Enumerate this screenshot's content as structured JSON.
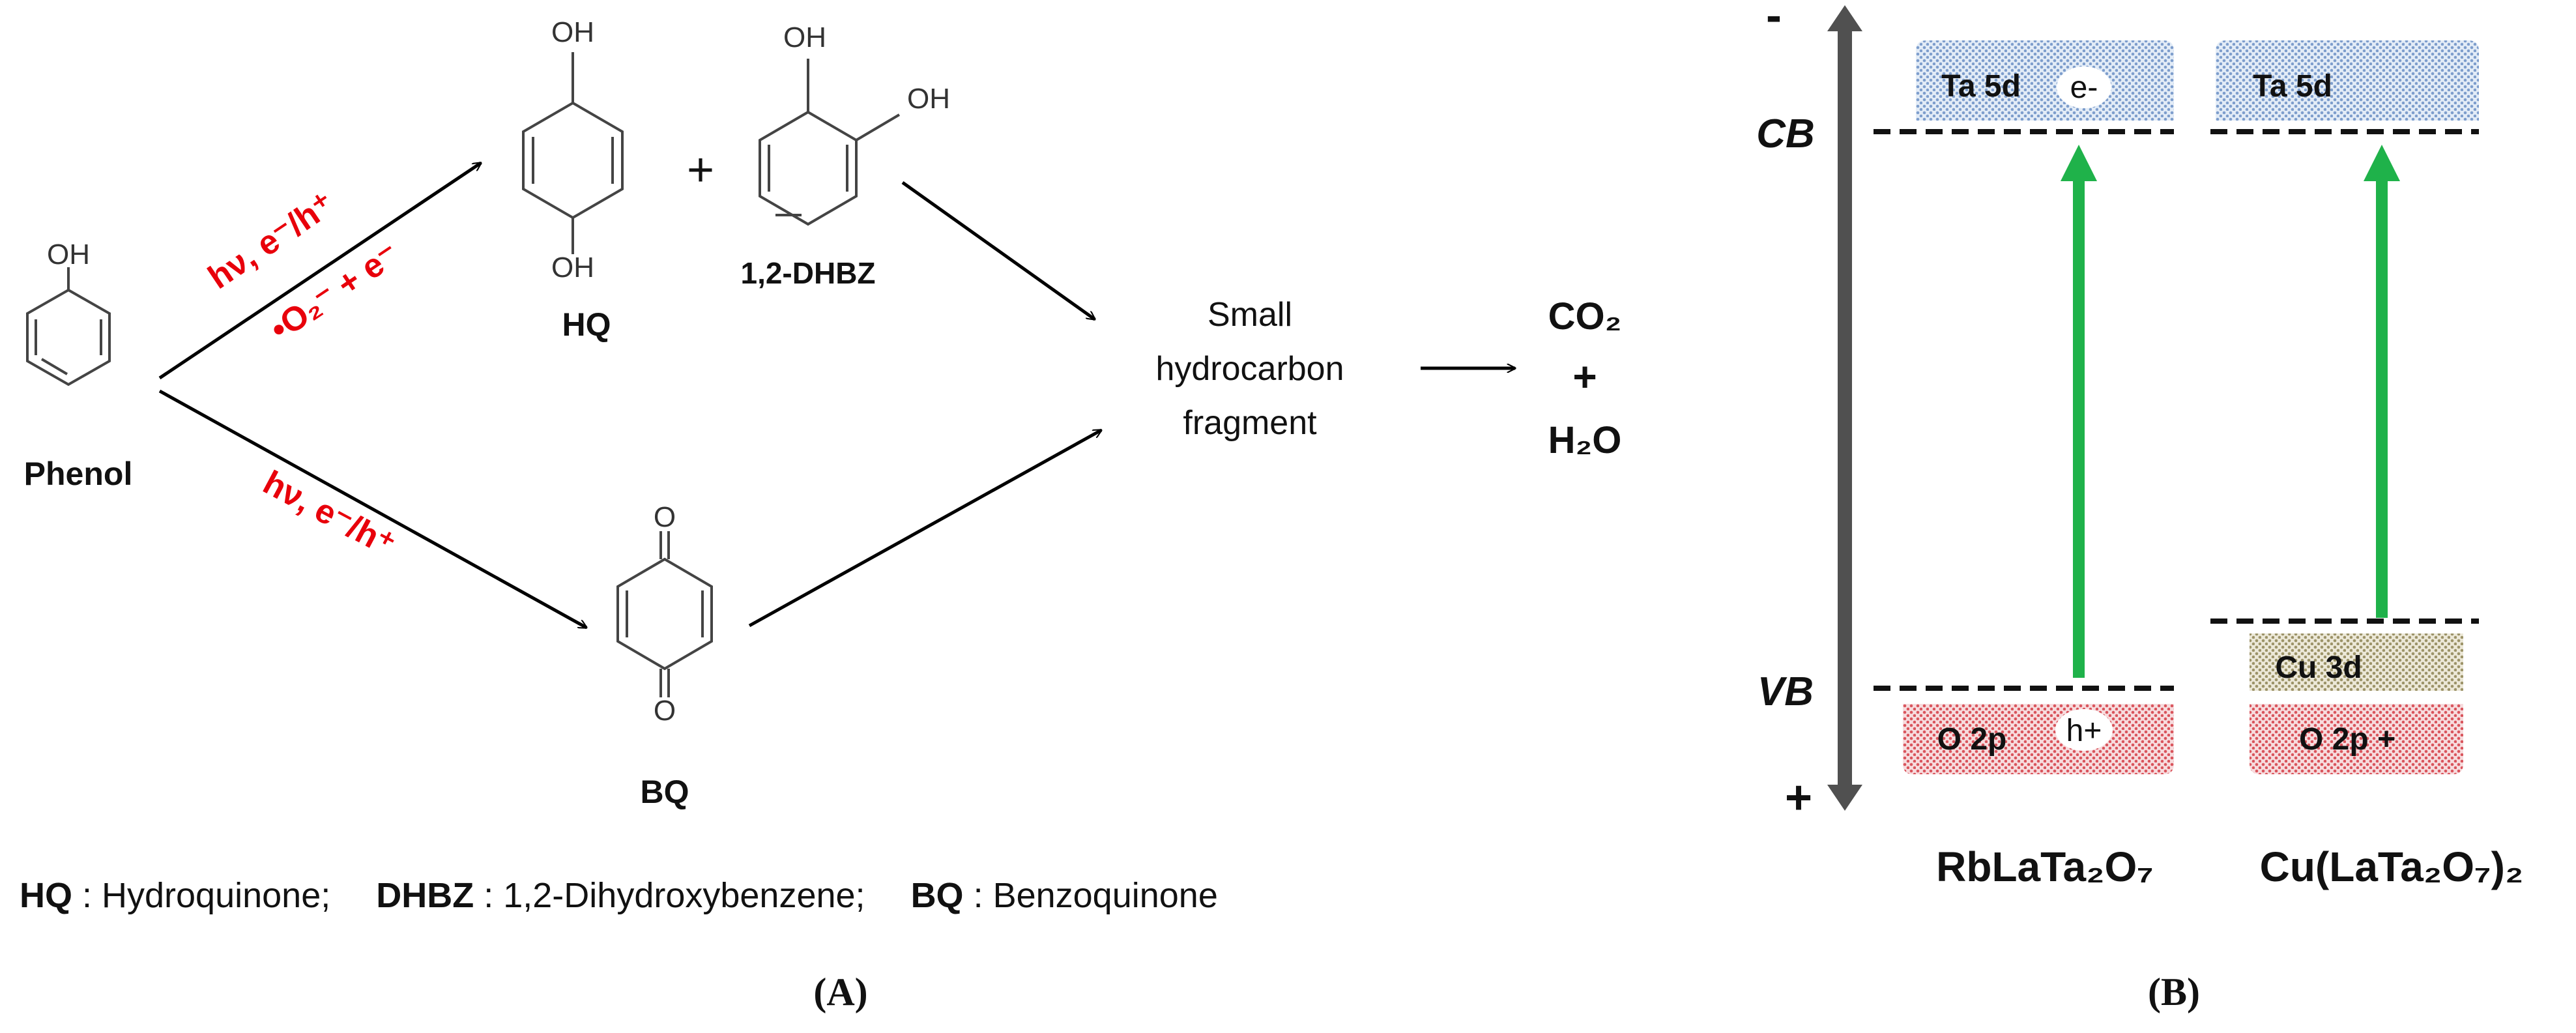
{
  "panel_a": {
    "phenol_oh": "OH",
    "phenol_label": "Phenol",
    "hq_oh_top": "OH",
    "hq_oh_bottom": "OH",
    "hq_label": "HQ",
    "plus": "+",
    "dhbz_oh1": "OH",
    "dhbz_oh2": "OH",
    "dhbz_label": "1,2-DHBZ",
    "bq_o_top": "O",
    "bq_o_bottom": "O",
    "bq_label": "BQ",
    "upper_cond_1": "hν, e⁻/h⁺",
    "upper_cond_2": "•O₂⁻ + e⁻",
    "lower_cond": "hν, e⁻/h⁺",
    "fragment_line1": "Small",
    "fragment_line2": "hydrocarbon",
    "fragment_line3": "fragment",
    "co2": "CO₂",
    "plus2": "+",
    "h2o": "H₂O",
    "legend": [
      {
        "abbr": "HQ",
        "text": " : Hydroquinone;"
      },
      {
        "abbr": "DHBZ",
        "text": " : 1,2-Dihydroxybenzene;"
      },
      {
        "abbr": "BQ",
        "text": " : Benzoquinone"
      }
    ],
    "caption": "(A)"
  },
  "panel_b": {
    "axis_minus": "-",
    "axis_plus": "+",
    "cb_label": "CB",
    "vb_label": "VB",
    "rb": {
      "ta5d": "Ta 5d",
      "electron": "e-",
      "o2p": "O 2p",
      "hole": "h+",
      "name": "RbLaTa₂O₇"
    },
    "cu": {
      "ta5d": "Ta 5d",
      "cu3d": "Cu 3d",
      "o2p": "O 2p +",
      "name": "Cu(LaTa₂O₇)₂"
    },
    "caption": "(B)",
    "colors": {
      "ta_band": "#9db6d8",
      "o_band": "#e07a80",
      "cu_band": "#b0a77e",
      "arrow": "#1fb24a",
      "axis": "#505050",
      "reaction_red": "#e8000b"
    }
  }
}
